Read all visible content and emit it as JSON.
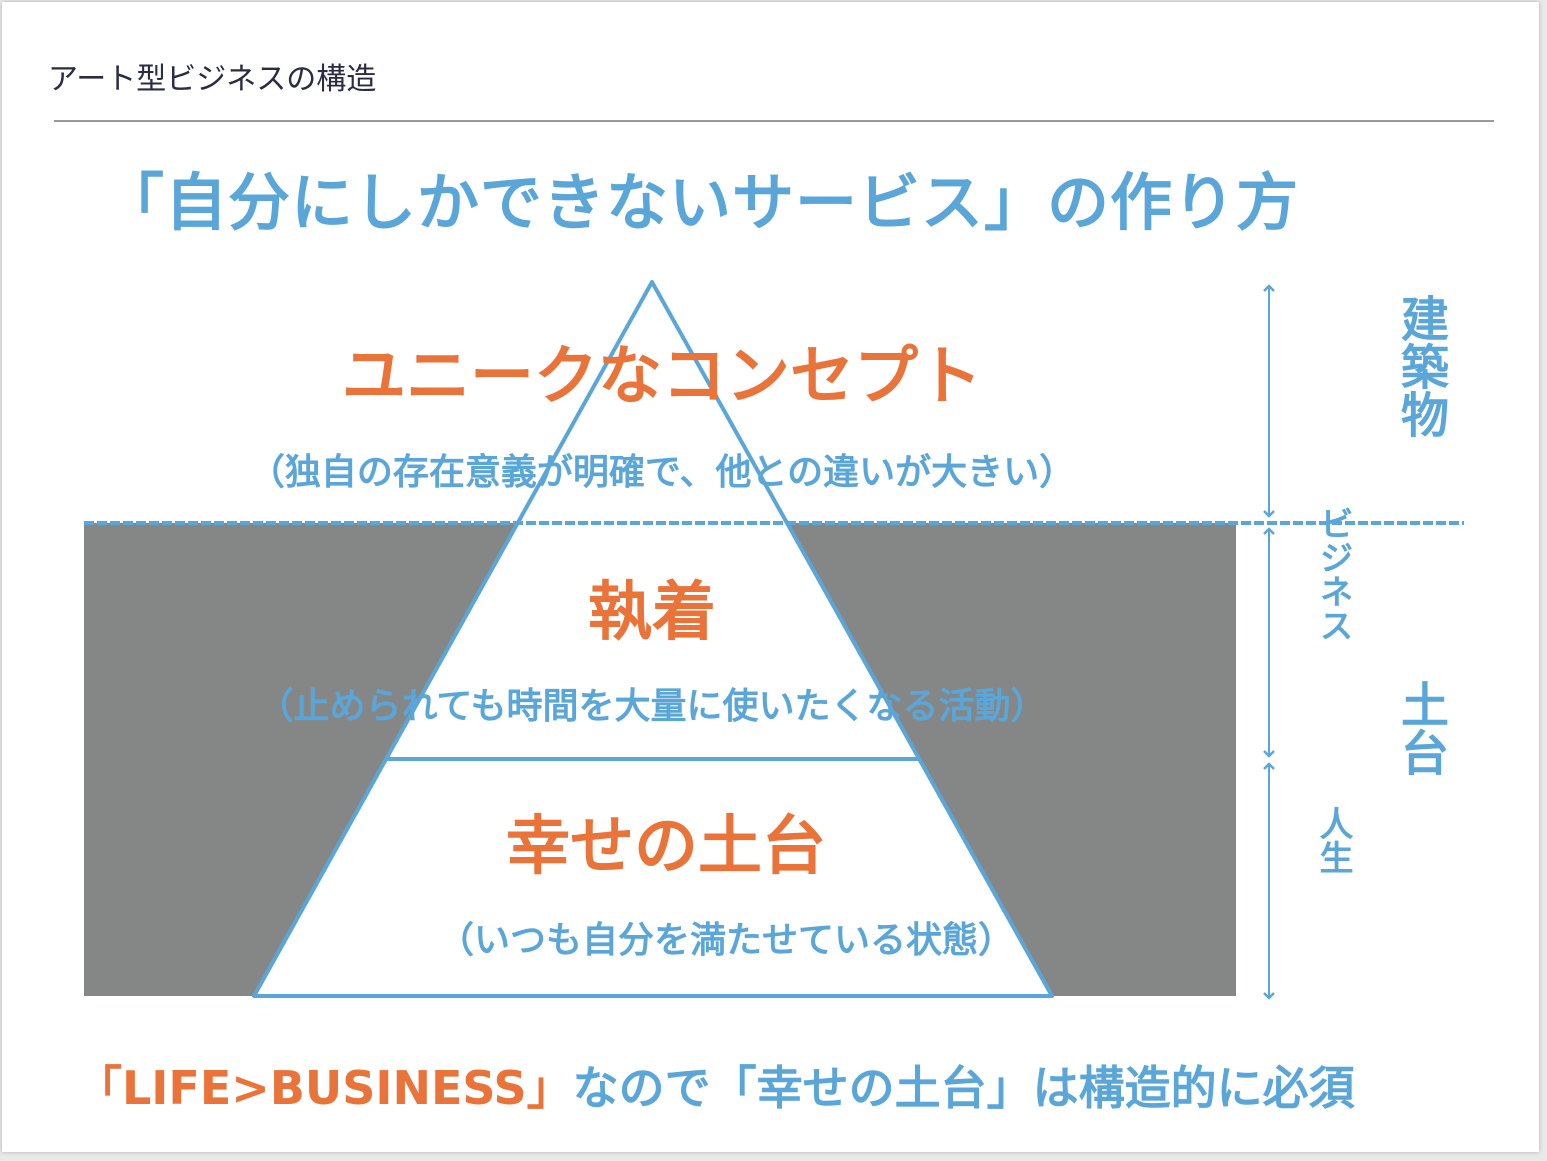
{
  "header": {
    "title": "アート型ビジネスの構造"
  },
  "main_title": "「自分にしかできないサービス」の作り方",
  "pyramid": {
    "layers": [
      {
        "title": "ユニークなコンセプト",
        "subtitle": "（独自の存在意義が明確で、他との違いが大きい）"
      },
      {
        "title": "執着",
        "subtitle": "（止められても時間を大量に使いたくなる活動）"
      },
      {
        "title": "幸せの土台",
        "subtitle": "（いつも自分を満たせている状態）"
      }
    ]
  },
  "side": {
    "building": "建築物",
    "foundation": "土台",
    "business": "ビジネス",
    "life": "人生"
  },
  "footer": {
    "accent": "「LIFE>BUSINESS」",
    "text": "なので「幸せの土台」は構造的に必須"
  },
  "colors": {
    "accent_blue": "#5aa6d9",
    "accent_orange": "#ea7339",
    "ground_gray": "#858787"
  }
}
